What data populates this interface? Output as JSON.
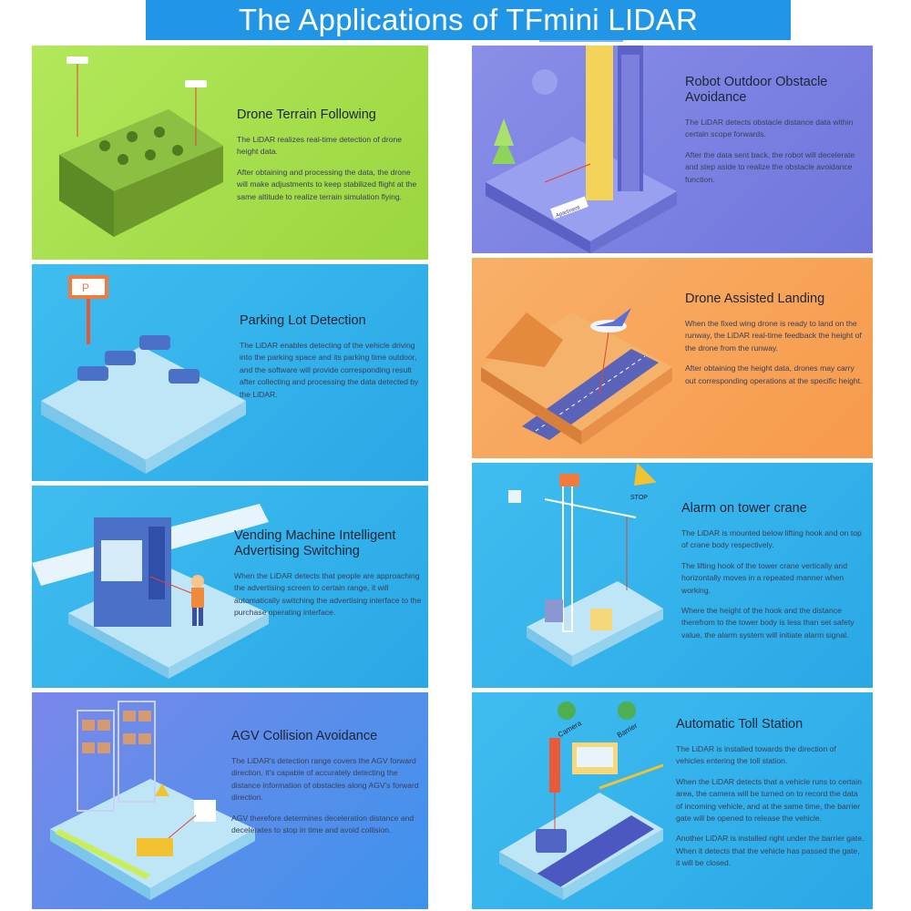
{
  "page_title": "The Applications of TFmini LIDAR",
  "panels": [
    {
      "id": "drone-terrain",
      "title": "Drone Terrain Following",
      "paragraphs": [
        "The LiDAR realizes real-time detection of drone height data.",
        "After obtaining and processing the data, the drone will make adjustments to keep stabilized flight at the same altitude to realize terrain simulation flying."
      ],
      "color": "#a6e04c"
    },
    {
      "id": "robot-obstacle",
      "title": "Robot Outdoor Obstacle Avoidance",
      "paragraphs": [
        "The LiDAR detects obstacle distance data within certain scope forwards.",
        "After the data sent back, the robot will decelerate and step aside to realize the obstacle avoidance function."
      ],
      "color": "#7f84e6",
      "illustration_label": "Apartment"
    },
    {
      "id": "parking-lot",
      "title": "Parking Lot Detection",
      "paragraphs": [
        "The LiDAR enables detecting of the vehicle driving into the parking space and its parking time outdoor, and the software will provide corresponding result after collecting and processing the data detected by the LiDAR."
      ],
      "color": "#35b5ec",
      "illustration_label": "P"
    },
    {
      "id": "drone-landing",
      "title": "Drone Assisted Landing",
      "paragraphs": [
        "When the fixed wing drone is ready to land on the runway, the LiDAR real-time feedback the height of the drone from the runway.",
        "After obtaining the height data, drones may carry out corresponding operations at the specific height."
      ],
      "color": "#f9a45a"
    },
    {
      "id": "vending-machine",
      "title": "Vending Machine Intelligent Advertising Switching",
      "paragraphs": [
        "When the LiDAR detects that people are approaching the advertising screen to certain range, it will automatically switching the advertising interface to the purchase operating interface."
      ],
      "color": "#35b5ec"
    },
    {
      "id": "tower-crane",
      "title": "Alarm on tower crane",
      "paragraphs": [
        "The LiDAR is mounted below lifting hook and on top of crane body respectively.",
        "The lifting hook of the tower crane vertically and horizontally moves in a repeated manner when working.",
        "Where the height of the hook and the distance therefrom to the tower body is less than set safety value, the alarm system will initiate alarm signal."
      ],
      "color": "#35b5ec",
      "illustration_label": "STOP"
    },
    {
      "id": "agv-collision",
      "title": "AGV Collision Avoidance",
      "paragraphs": [
        "The LiDAR's detection range covers the AGV forward direction, it's capable of accurately detecting the distance information of obstacles along AGV's forward direction.",
        "AGV therefore determines deceleration distance and decelerates to stop in time and avoid collision."
      ],
      "color": "#6f8ae8"
    },
    {
      "id": "toll-station",
      "title": "Automatic Toll Station",
      "paragraphs": [
        "The LiDAR is installed towards the direction of vehicles entering the toll station.",
        "When the LiDAR detects that a vehicle runs to certain area, the camera will be turned on to record the data of incoming vehicle, and at the same time, the barrier gate will be opened to release the vehicle.",
        "Another LiDAR is installed right under the barrier gate. When it detects that the vehicle has passed the gate, it will be closed."
      ],
      "color": "#35b5ec",
      "illustration_labels": [
        "Camera",
        "Barrier"
      ]
    }
  ]
}
